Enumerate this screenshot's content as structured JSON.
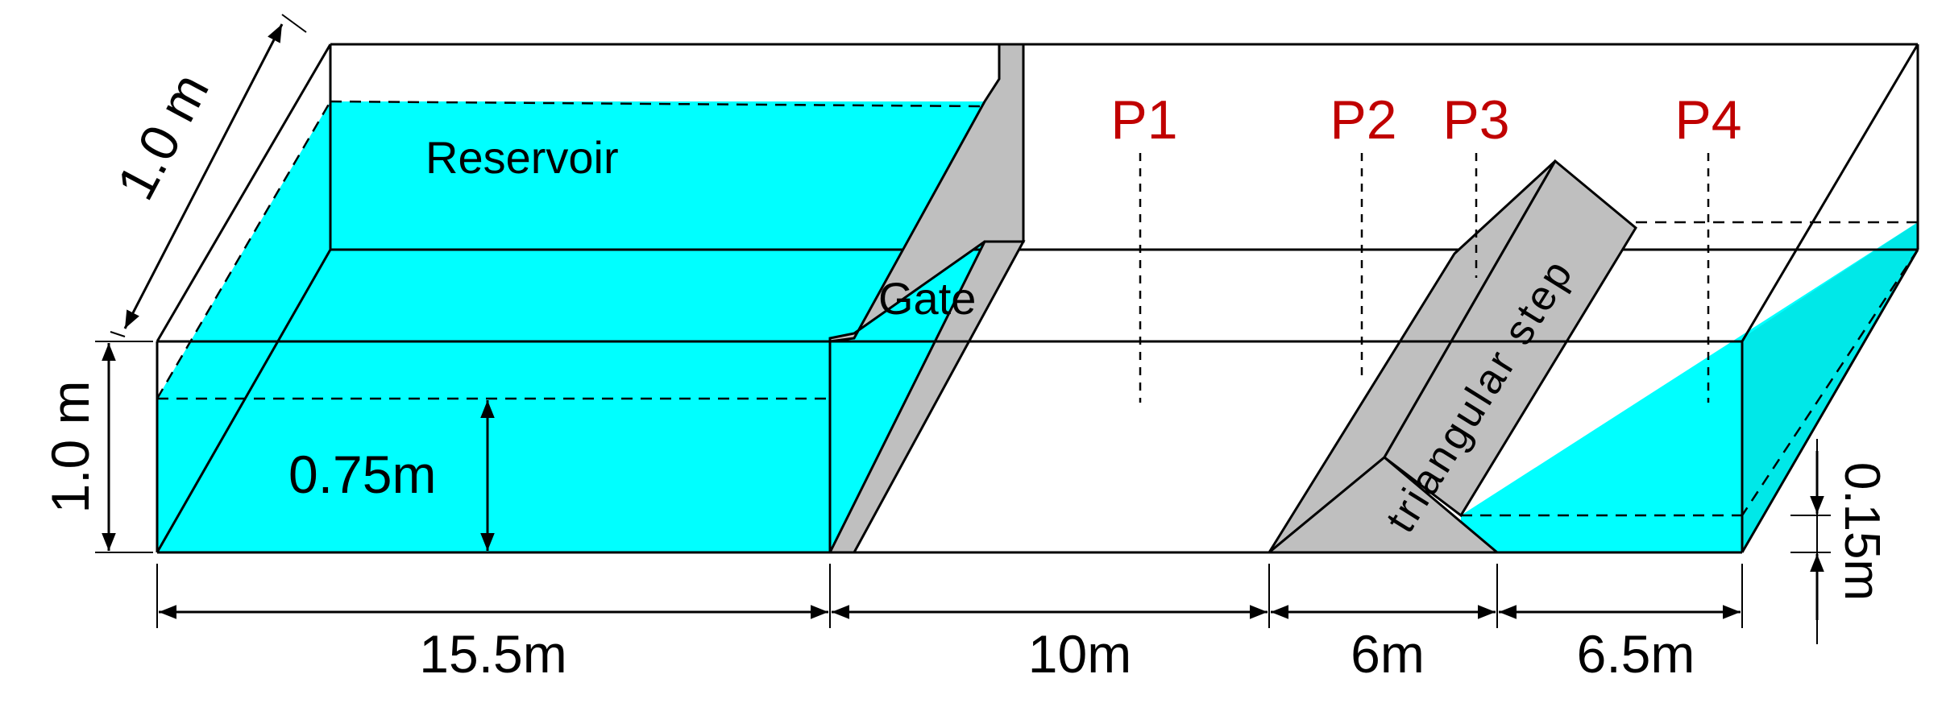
{
  "labels": {
    "reservoir": "Reservoir",
    "gate": "Gate",
    "step": "triangular step",
    "depth_initial": "0.75m",
    "depth_downstream": "0.15m",
    "width": "1.0 m",
    "height": "1.0 m"
  },
  "probes": [
    "P1",
    "P2",
    "P3",
    "P4"
  ],
  "dimensions": [
    "15.5m",
    "10m",
    "6m",
    "6.5m"
  ],
  "colors": {
    "water": "#00ffff",
    "solid": "#bfbfbf",
    "probe": "#c00000",
    "line": "#000000"
  }
}
